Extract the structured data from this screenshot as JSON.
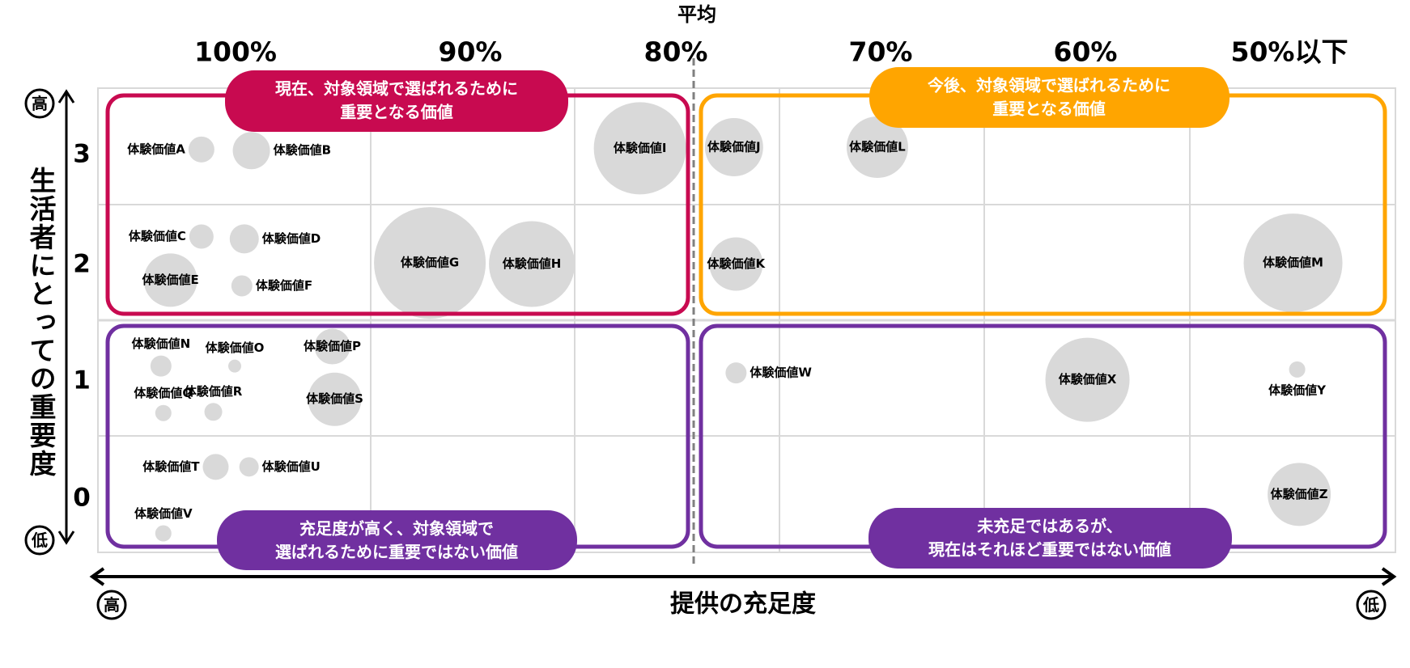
{
  "chart_data": {
    "type": "scatter",
    "subtype": "bubble",
    "xlabel": "提供の充足度",
    "ylabel": "生活者にとっての重要度",
    "x_ticks": [
      {
        "value": 100,
        "label": "100%"
      },
      {
        "value": 90,
        "label": "90%"
      },
      {
        "value": 80,
        "label": "80%"
      },
      {
        "value": 70,
        "label": "70%"
      },
      {
        "value": 60,
        "label": "60%"
      },
      {
        "value": 50,
        "label": "50%以下"
      }
    ],
    "x_direction": "descending",
    "y_ticks": [
      3,
      2,
      1,
      0
    ],
    "y_labels": [
      "3",
      "2",
      "1",
      "0"
    ],
    "average_line": {
      "label": "平均",
      "x": 79
    },
    "axis_ends": {
      "x_high": "高",
      "x_low": "低",
      "y_high": "高",
      "y_low": "低"
    },
    "grid": true,
    "colors": {
      "bubble": "#D9D9D9",
      "grid": "#D9D9D9",
      "crimson": "#C80A50",
      "orange": "#FFA500",
      "purple": "#7030A0"
    },
    "quadrants": [
      {
        "id": "current-important",
        "color": "#C80A50",
        "lines": [
          "現在、対象領域で選ばれるために",
          "重要となる価値"
        ]
      },
      {
        "id": "future-important",
        "color": "#FFA500",
        "lines": [
          "今後、対象領域で選ばれるために",
          "重要となる価値"
        ]
      },
      {
        "id": "satisfied-not-important",
        "color": "#7030A0",
        "lines": [
          "充足度が高く、対象領域で",
          "選ばれるために重要ではない価値"
        ]
      },
      {
        "id": "unsatisfied-not-important",
        "color": "#7030A0",
        "lines": [
          "未充足ではあるが、",
          "現在はそれほど重要ではない価値"
        ]
      }
    ],
    "points": [
      {
        "label": "体験価値A",
        "x": 101.4,
        "y": 3.05,
        "size": 16,
        "label_pos": "left"
      },
      {
        "label": "体験価値B",
        "x": 99.3,
        "y": 3.04,
        "size": 23,
        "label_pos": "right"
      },
      {
        "label": "体験価値C",
        "x": 101.4,
        "y": 2.29,
        "size": 15,
        "label_pos": "left"
      },
      {
        "label": "体験価値D",
        "x": 99.6,
        "y": 2.27,
        "size": 18,
        "label_pos": "right"
      },
      {
        "label": "体験価値E",
        "x": 102.7,
        "y": 1.91,
        "size": 33,
        "label_pos": "center"
      },
      {
        "label": "体験価値F",
        "x": 99.7,
        "y": 1.86,
        "size": 13,
        "label_pos": "right"
      },
      {
        "label": "体験価値G",
        "x": 91.8,
        "y": 2.06,
        "size": 69,
        "label_pos": "center"
      },
      {
        "label": "体験価値H",
        "x": 87.1,
        "y": 2.05,
        "size": 53,
        "label_pos": "center"
      },
      {
        "label": "体験価値I",
        "x": 81.8,
        "y": 3.06,
        "size": 57,
        "label_pos": "center"
      },
      {
        "label": "体験価値J",
        "x": 77.2,
        "y": 3.07,
        "size": 36,
        "label_pos": "center"
      },
      {
        "label": "体験価値K",
        "x": 77.1,
        "y": 2.05,
        "size": 33,
        "label_pos": "center"
      },
      {
        "label": "体験価値L",
        "x": 70.2,
        "y": 3.07,
        "size": 38,
        "label_pos": "center"
      },
      {
        "label": "体験価値M",
        "x": 49.9,
        "y": 2.06,
        "size": 61,
        "label_pos": "center"
      },
      {
        "label": "体験価値N",
        "x": 103.1,
        "y": 1.16,
        "size": 13,
        "label_pos": "above"
      },
      {
        "label": "体験価値O",
        "x": 100.0,
        "y": 1.16,
        "size": 8,
        "label_pos": "above"
      },
      {
        "label": "体験価値P",
        "x": 95.9,
        "y": 1.33,
        "size": 22,
        "label_pos": "center"
      },
      {
        "label": "体験価値Q",
        "x": 103.0,
        "y": 0.75,
        "size": 10,
        "label_pos": "above"
      },
      {
        "label": "体験価値R",
        "x": 100.9,
        "y": 0.76,
        "size": 11,
        "label_pos": "above"
      },
      {
        "label": "体験価値S",
        "x": 95.8,
        "y": 0.87,
        "size": 33,
        "label_pos": "center"
      },
      {
        "label": "体験価値T",
        "x": 100.8,
        "y": 0.28,
        "size": 16,
        "label_pos": "left"
      },
      {
        "label": "体験価値U",
        "x": 99.4,
        "y": 0.28,
        "size": 12,
        "label_pos": "right"
      },
      {
        "label": "体験価値V",
        "x": 103.0,
        "y": -0.3,
        "size": 10,
        "label_pos": "above"
      },
      {
        "label": "体験価値W",
        "x": 77.1,
        "y": 1.1,
        "size": 13,
        "label_pos": "right"
      },
      {
        "label": "体験価値X",
        "x": 59.9,
        "y": 1.04,
        "size": 52,
        "label_pos": "center"
      },
      {
        "label": "体験価値Y",
        "x": 49.7,
        "y": 1.13,
        "size": 10,
        "label_pos": "below"
      },
      {
        "label": "体験価値Z",
        "x": 49.6,
        "y": 0.04,
        "size": 39,
        "label_pos": "center"
      }
    ]
  }
}
